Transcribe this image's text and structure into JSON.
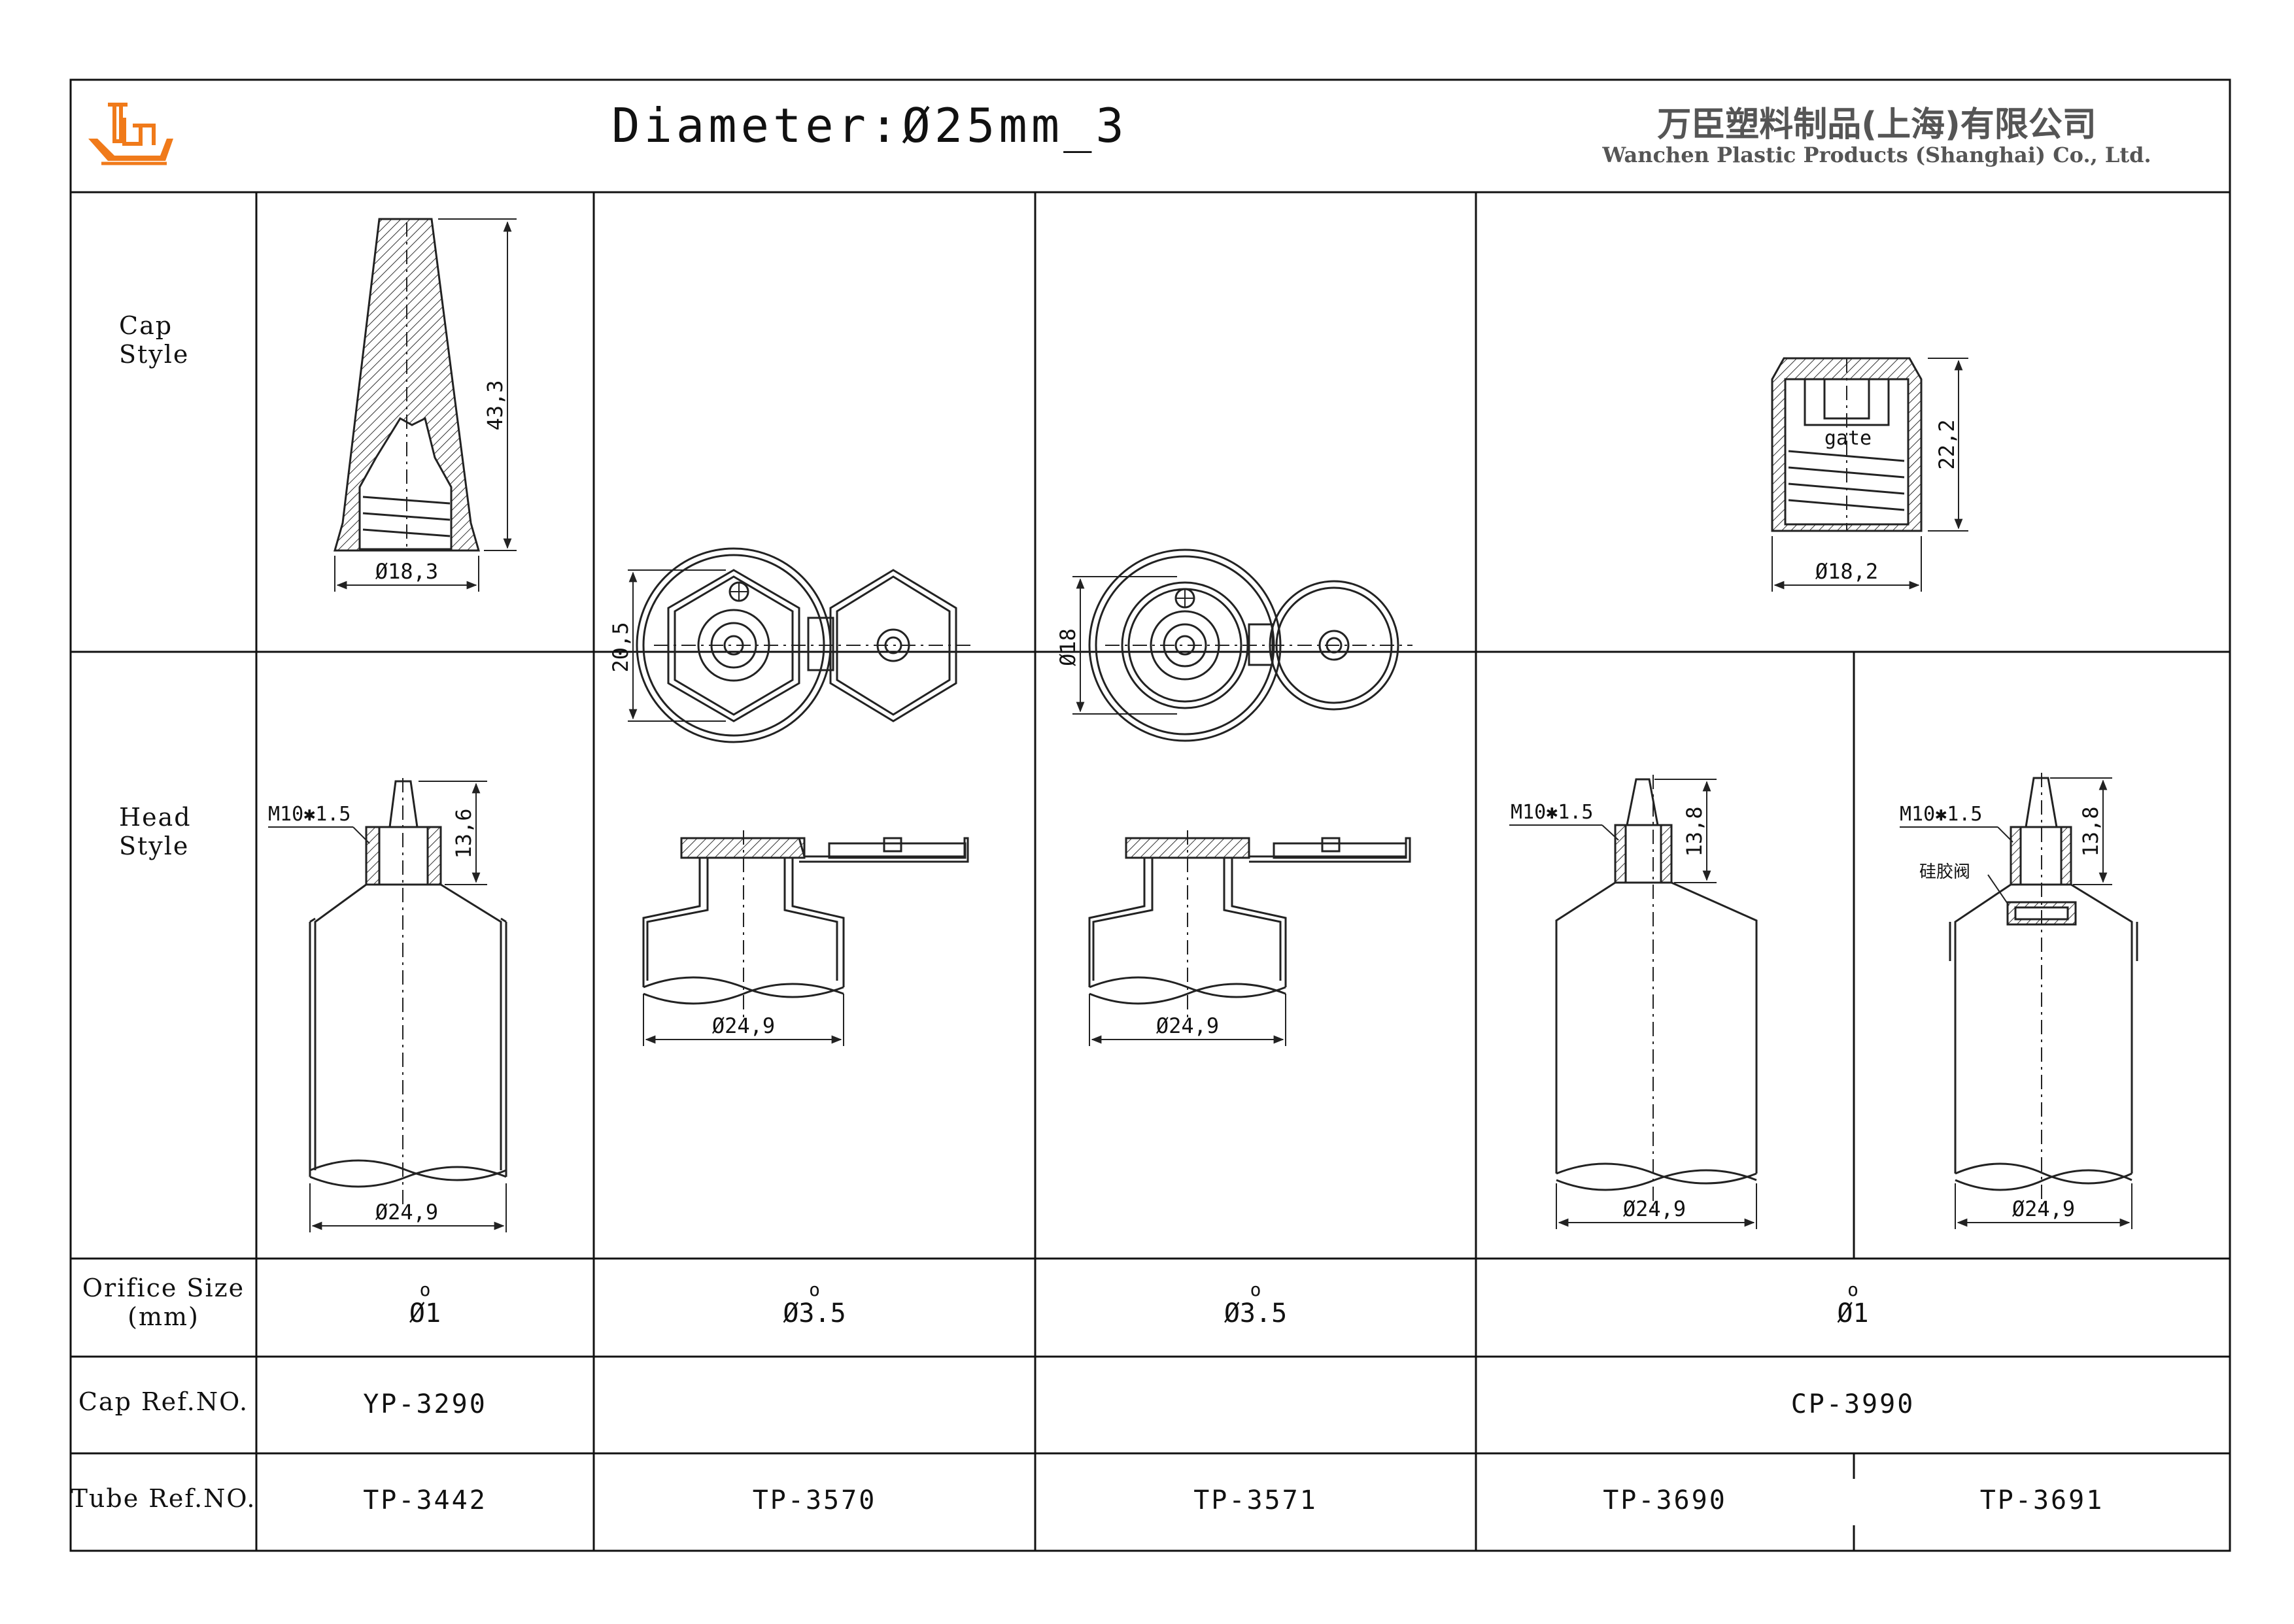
{
  "header": {
    "title": "Diameter:Ø25mm_3",
    "company_cn": "万臣塑料制品(上海)有限公司",
    "company_en": "Wanchen Plastic Products (Shanghai) Co., Ltd.",
    "logo_icon": "wanchen-logo-icon",
    "accent_color": "#f07a1a"
  },
  "rows": {
    "cap_style": [
      "Cap",
      "Style"
    ],
    "head_style": [
      "Head",
      "Style"
    ],
    "orifice": [
      "Orifice Size",
      "(mm)"
    ],
    "cap_ref": "Cap Ref.NO.",
    "tube_ref": "Tube Ref.NO."
  },
  "drawings": {
    "cap1": {
      "height": "43,3",
      "diameter": "Ø18,3"
    },
    "cap4": {
      "height": "22,2",
      "diameter": "Ø18,2",
      "gate": "gate"
    },
    "flip1": {
      "height": "20,5",
      "diameter": "Ø24,9"
    },
    "flip2": {
      "height": "Ø18",
      "diameter": "Ø24,9"
    },
    "head1": {
      "thread": "M10✱1.5",
      "height": "13,6",
      "diameter": "Ø24,9"
    },
    "head4": {
      "thread": "M10✱1.5",
      "height": "13,8",
      "diameter": "Ø24,9"
    },
    "head5": {
      "thread": "M10✱1.5",
      "height": "13,8",
      "diameter": "Ø24,9",
      "valve": "硅胶阀"
    }
  },
  "orifice_sizes": [
    "Ø1",
    "Ø3.5",
    "Ø3.5",
    "Ø1"
  ],
  "orifice_degree_mark": "o",
  "cap_refs": {
    "col1": "YP-3290",
    "col4": "CP-3990"
  },
  "tube_refs": [
    "TP-3442",
    "TP-3570",
    "TP-3571",
    "TP-3690",
    "TP-3691"
  ]
}
